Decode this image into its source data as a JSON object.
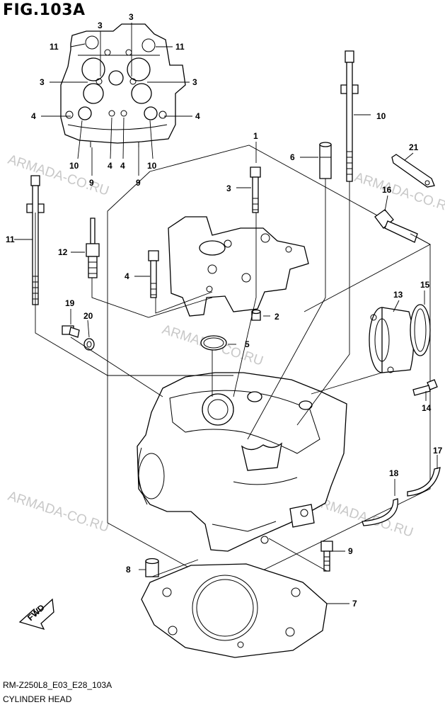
{
  "figure": {
    "title": "FIG.103A",
    "drawing_code": "RM-Z250L8_E03_E28_103A",
    "name": "CYLINDER HEAD"
  },
  "watermark": "ARMADA-CO.RU",
  "fwd_label": "FWD",
  "callouts": {
    "c1": "1",
    "c2": "2",
    "c3": "3",
    "c4": "4",
    "c5": "5",
    "c6": "6",
    "c7": "7",
    "c8": "8",
    "c9": "9",
    "c10": "10",
    "c11": "11",
    "c12": "12",
    "c13": "13",
    "c14": "14",
    "c15": "15",
    "c16": "16",
    "c17": "17",
    "c18": "18",
    "c19": "19",
    "c20": "20",
    "c21": "21"
  }
}
